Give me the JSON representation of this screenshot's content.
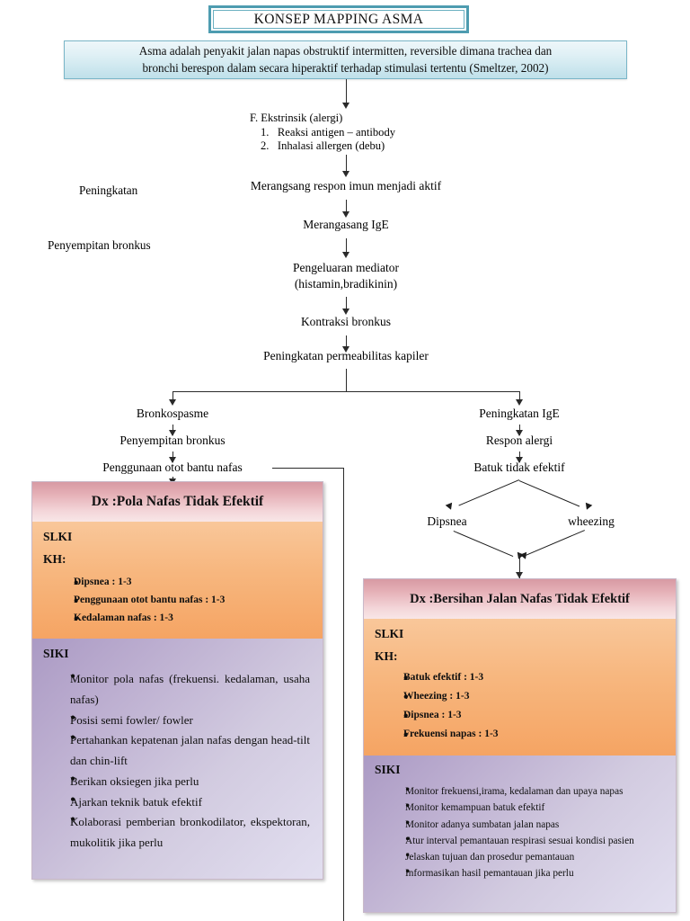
{
  "title": {
    "text": "KONSEP MAPPING ASMA"
  },
  "subtitle": {
    "line1": "Asma adalah penyakit jalan napas obstruktif intermitten, reversible dimana trachea dan",
    "line2": "bronchi berespon dalam secara hiperaktif terhadap stimulasi tertentu (Smeltzer, 2002)"
  },
  "flow": {
    "ekstrinsik_heading": "F. Ekstrinsik (alergi)",
    "ekstrinsik_item1": "1.   Reaksi antigen – antibody",
    "ekstrinsik_item2": "2.   Inhalasi allergen (debu)",
    "merangsang_respon": "Merangsang respon imun menjadi aktif",
    "merangsang_ige": "Merangasang IgE",
    "pengeluaran_mediator_l1": "Pengeluaran mediator",
    "pengeluaran_mediator_l2": "(histamin,bradikinin)",
    "kontraksi_bronkus": "Kontraksi bronkus",
    "peningkatan_permeabilitas": "Peningkatan permeabilitas kapiler",
    "side_peningkatan": "Peningkatan",
    "side_penyempitan": "Penyempitan bronkus",
    "left_bronkospasme": "Bronkospasme",
    "left_penyempitan": "Penyempitan bronkus",
    "left_penggunaan_otot": "Penggunaan otot bantu nafas",
    "right_peningkatan_ige": "Peningkatan IgE",
    "right_respon_alergi": "Respon alergi",
    "right_batuk": "Batuk tidak efektif",
    "right_dipsnea": "Dipsnea",
    "right_wheezing": "wheezing"
  },
  "dx_left": {
    "header": "Dx :Pola Nafas Tidak Efektif",
    "slki_label": "SLKI",
    "kh_label": "KH:",
    "kh_items": [
      "Dipsnea : 1-3",
      "Penggunaan otot bantu nafas : 1-3",
      "Kedalaman nafas : 1-3"
    ],
    "siki_label": "SIKI",
    "siki_items": [
      "Monitor pola nafas (frekuensi. kedalaman, usaha nafas)",
      "Posisi semi fowler/ fowler",
      "Pertahankan kepatenan jalan nafas dengan head-tilt dan chin-lift",
      "Berikan oksiegen jika perlu",
      "Ajarkan teknik batuk efektif",
      "Kolaborasi pemberian bronkodilator, ekspektoran, mukolitik jika perlu"
    ]
  },
  "dx_right": {
    "header": "Dx :Bersihan Jalan Nafas Tidak Efektif",
    "slki_label": "SLKI",
    "kh_label": "KH:",
    "kh_items": [
      "Batuk efektif : 1-3",
      "Wheezing : 1-3",
      "Dipsnea : 1-3",
      "Frekuensi napas : 1-3"
    ],
    "siki_label": "SIKI",
    "siki_items": [
      "Monitor frekuensi,irama, kedalaman dan upaya napas",
      "Monitor kemampuan batuk efektif",
      "Monitor adanya sumbatan jalan napas",
      "Atur interval pemantauan respirasi sesuai kondisi pasien",
      "Jelaskan tujuan dan prosedur pemantauan",
      "Informasikan hasil pemantauan jika perlu"
    ]
  },
  "colors": {
    "title_border": "#4e9cb0",
    "subtitle_fill": "#bfe0ea",
    "dx_header": "#d79aa3",
    "slki_fill": "#f5a463",
    "siki_fill": "#ab9ac4",
    "connector": "#2a2a2a"
  }
}
